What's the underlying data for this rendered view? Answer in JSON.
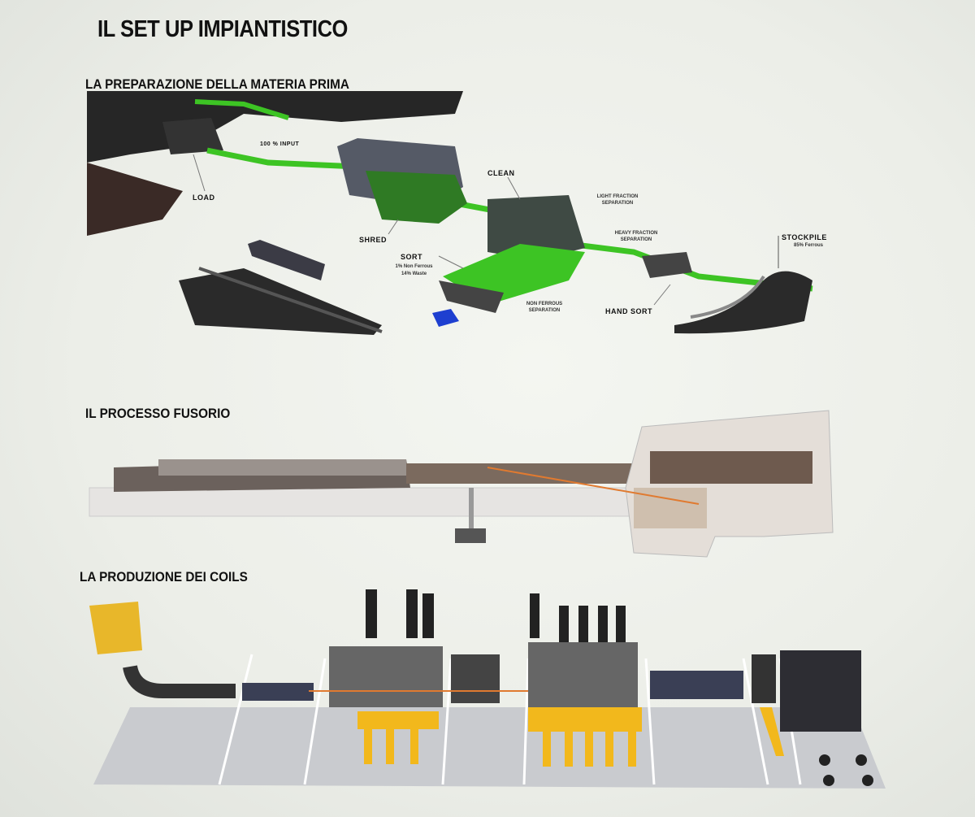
{
  "title": "IL SET UP IMPIANTISTICO",
  "sections": {
    "raw_material": {
      "heading": "LA  PREPARAZIONE DELLA MATERIA PRIMA",
      "labels": {
        "input": "100 % INPUT",
        "load": "LOAD",
        "shred": "SHRED",
        "clean": "CLEAN",
        "light_fraction": "LIGHT FRACTION SEPARATION",
        "heavy_fraction": "HEAVY FRACTION SEPARATION",
        "sort": "SORT",
        "sort_non_ferrous": "1% Non Ferrous",
        "sort_waste": "14% Waste",
        "non_ferrous_separation": "NON FERROUS SEPARATION",
        "hand_sort": "HAND SORT",
        "stockpile": "STOCKPILE",
        "stockpile_ferrous": "85% Ferrous"
      }
    },
    "melting": {
      "heading": "IL PROCESSO FUSORIO"
    },
    "coils": {
      "heading": "LA PRODUZIONE DEI COILS"
    }
  },
  "colors": {
    "conveyor_green": "#3dc424",
    "scrap_dark": "#2a2a2a",
    "coil_yellow": "#f2b81c",
    "floor_grey": "#c9cbcf"
  }
}
